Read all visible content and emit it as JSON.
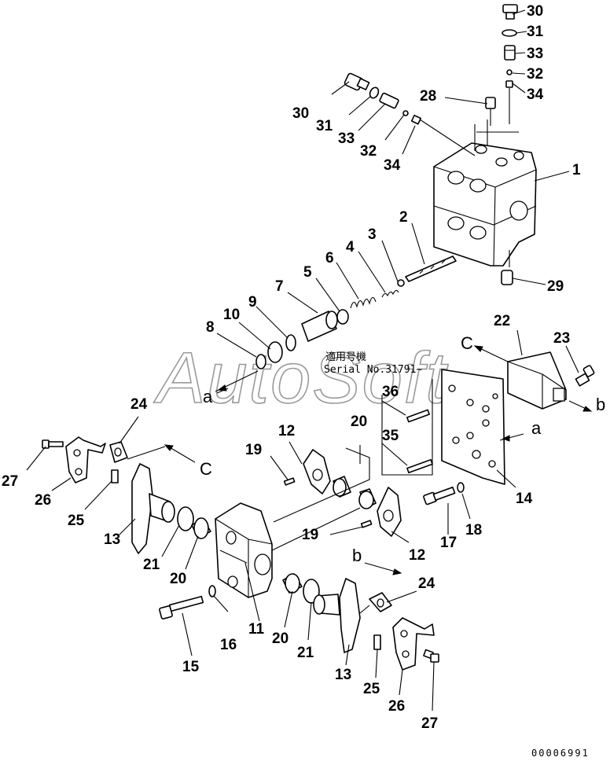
{
  "diagram": {
    "watermark": "AutoSoft",
    "serial_label_jp": "適用号機",
    "serial_label": "Serial No.31791~",
    "document_number": "00006991",
    "reference_letters": {
      "a": "a",
      "b": "b",
      "c": "C"
    },
    "part_numbers": {
      "n1": "1",
      "n2": "2",
      "n3": "3",
      "n4": "4",
      "n5": "5",
      "n6": "6",
      "n7": "7",
      "n8": "8",
      "n9": "9",
      "n10": "10",
      "n11": "11",
      "n12": "12",
      "n13": "13",
      "n14": "14",
      "n15": "15",
      "n16": "16",
      "n17": "17",
      "n18": "18",
      "n19": "19",
      "n20": "20",
      "n21": "21",
      "n22": "22",
      "n23": "23",
      "n24": "24",
      "n25": "25",
      "n26": "26",
      "n27": "27",
      "n28": "28",
      "n29": "29",
      "n30": "30",
      "n31": "31",
      "n32": "32",
      "n33": "33",
      "n34": "34",
      "n35": "35",
      "n36": "36"
    }
  }
}
